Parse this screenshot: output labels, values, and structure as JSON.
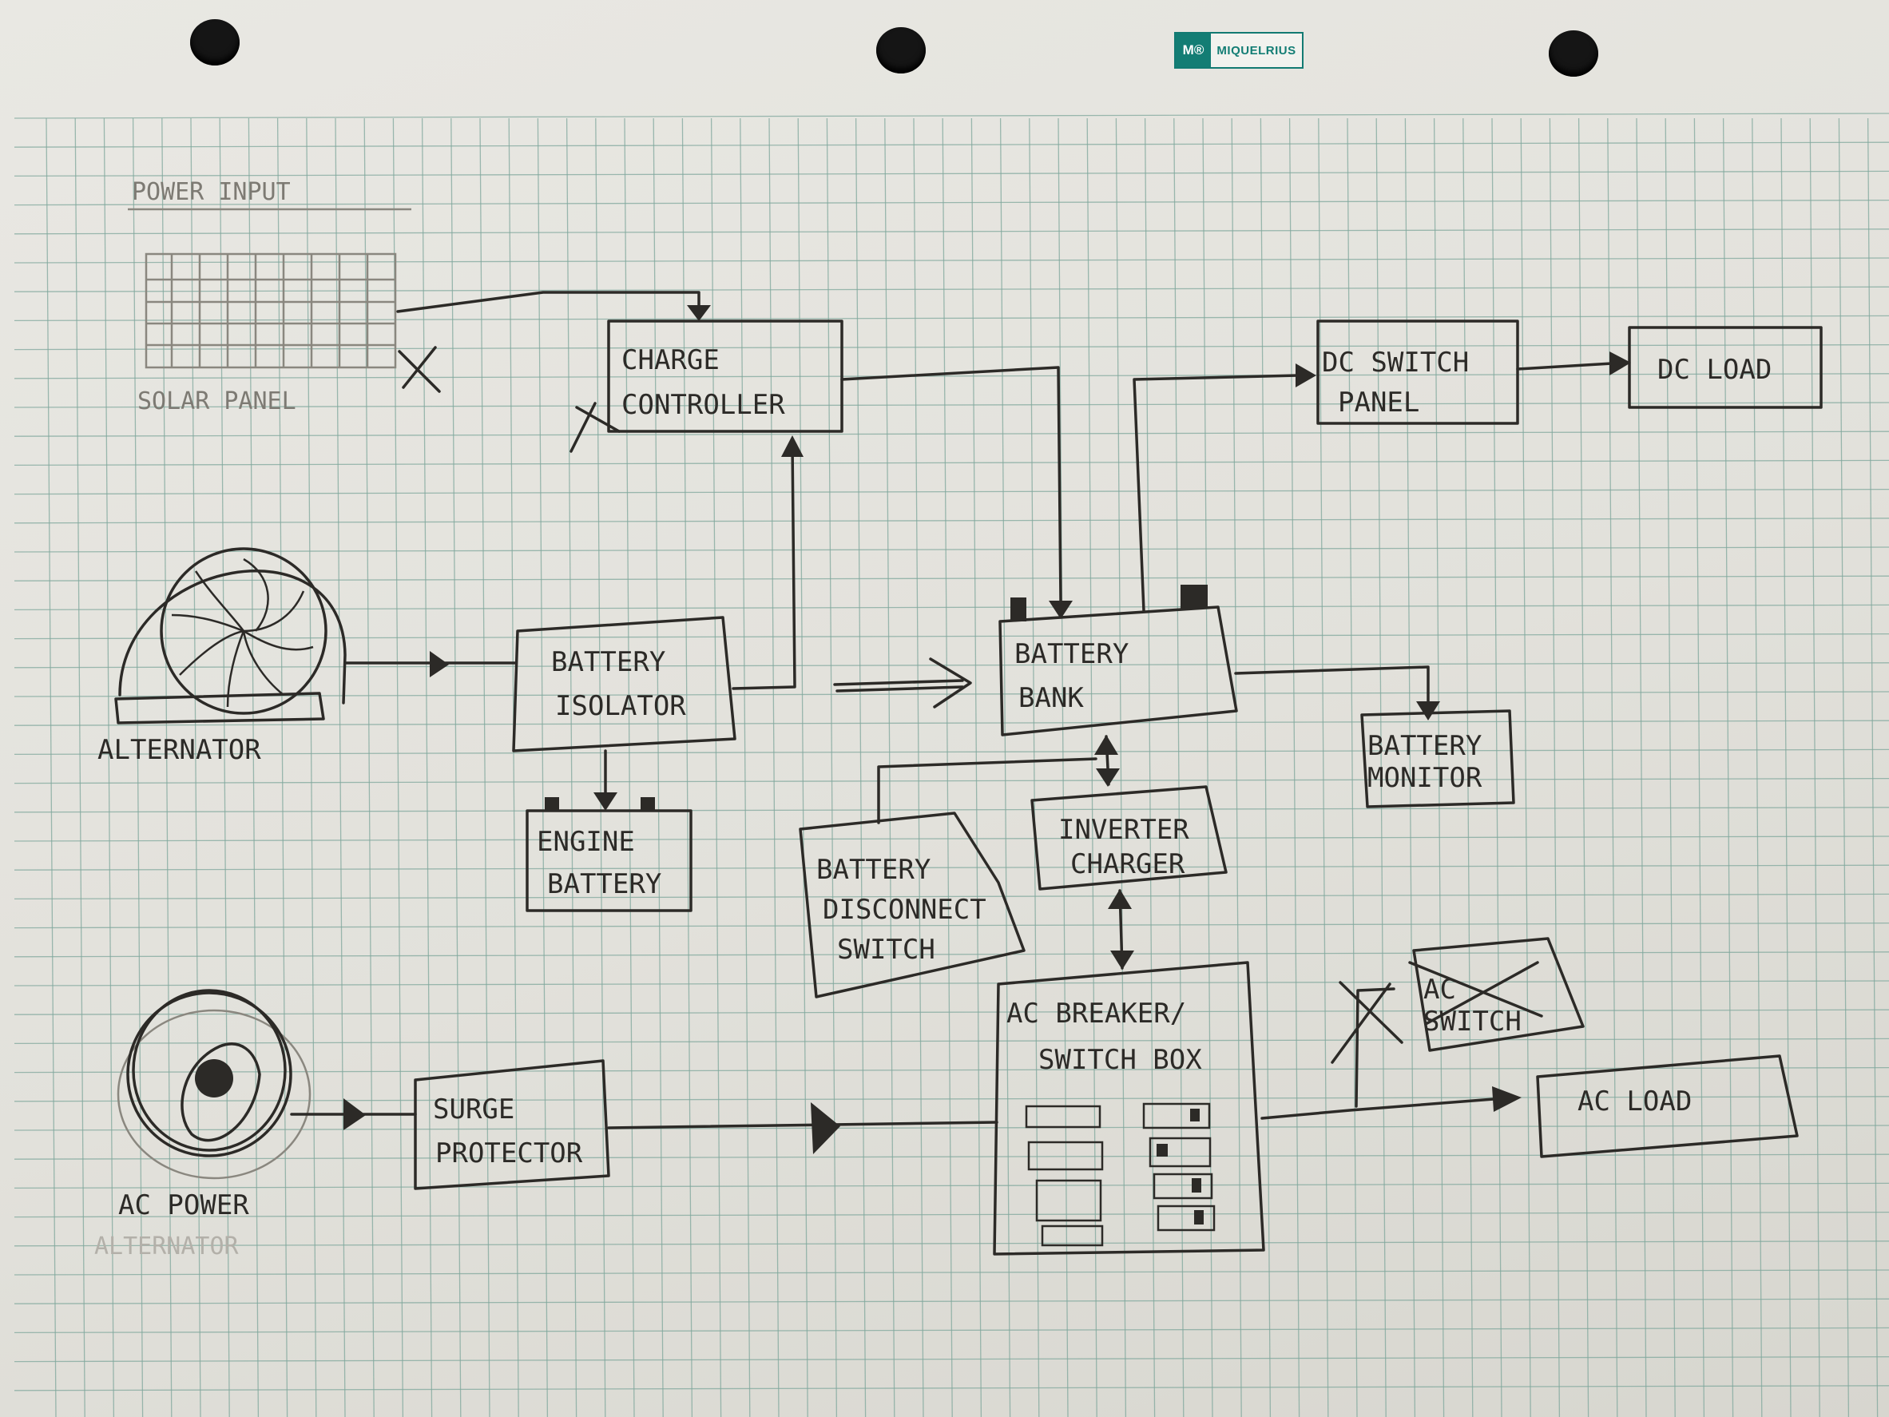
{
  "brand": {
    "mark": "M®",
    "name": "MIQUELRIUS"
  },
  "labels": {
    "power_input": "POWER INPUT",
    "solar_panel": "SOLAR PANEL",
    "alternator": "ALTERNATOR",
    "ac_power": "AC POWER",
    "ac_power_ghost": "ALTERNATOR",
    "charge_controller_1": "CHARGE",
    "charge_controller_2": "CONTROLLER",
    "battery_isolator_1": "BATTERY",
    "battery_isolator_2": "ISOLATOR",
    "engine_battery_1": "ENGINE",
    "engine_battery_2": "BATTERY",
    "battery_bank_1": "BATTERY",
    "battery_bank_2": "BANK",
    "dc_switch_panel_1": "DC SWITCH",
    "dc_switch_panel_2": "PANEL",
    "dc_load": "DC LOAD",
    "battery_monitor_1": "BATTERY",
    "battery_monitor_2": "MONITOR",
    "battery_disconnect_1": "BATTERY",
    "battery_disconnect_2": "DISCONNECT",
    "battery_disconnect_3": "SWITCH",
    "inverter_charger_1": "INVERTER",
    "inverter_charger_2": "CHARGER",
    "ac_breaker_1": "AC BREAKER/",
    "ac_breaker_2": "SWITCH BOX",
    "ac_switch_1": "AC",
    "ac_switch_2": "SWITCH",
    "surge_protector_1": "SURGE",
    "surge_protector_2": "PROTECTOR",
    "ac_load": "AC LOAD"
  },
  "colors": {
    "ink": "#2c2a27",
    "grid": "#7fa79c",
    "paper": "#e6e5e0",
    "brand": "#137d74"
  }
}
